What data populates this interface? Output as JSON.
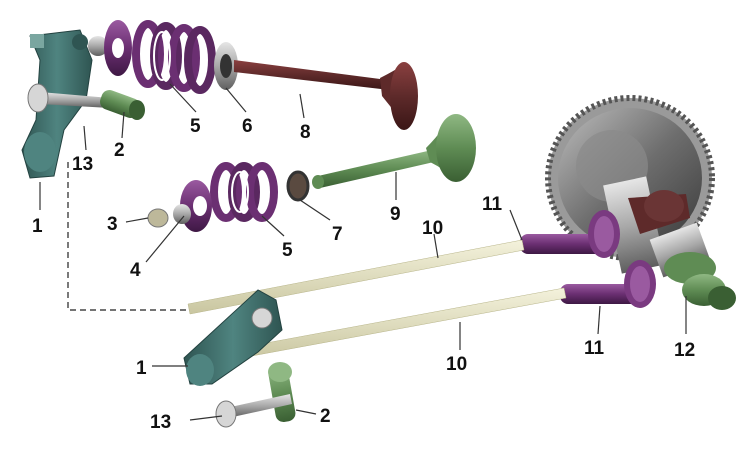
{
  "labels": {
    "l1_top": "1",
    "l1_bottom": "1",
    "l2_top": "2",
    "l2_bottom": "2",
    "l3": "3",
    "l4": "4",
    "l5_top": "5",
    "l5_bottom": "5",
    "l6": "6",
    "l7": "7",
    "l8": "8",
    "l9": "9",
    "l10_top": "10",
    "l10_bottom": "10",
    "l11_top": "11",
    "l11_bottom": "11",
    "l12": "12",
    "l13_top": "13",
    "l13_bottom": "13"
  },
  "colors": {
    "rocker": "#3d6a66",
    "spring": "#6b2f72",
    "exhaust_valve": "#5e2a2a",
    "intake_valve": "#5f8c54",
    "pushrod": "#e8e6c8",
    "tappet": "#6b2f72",
    "gear": "#8a8a8a",
    "shaft_ring": "#6f9a64"
  }
}
